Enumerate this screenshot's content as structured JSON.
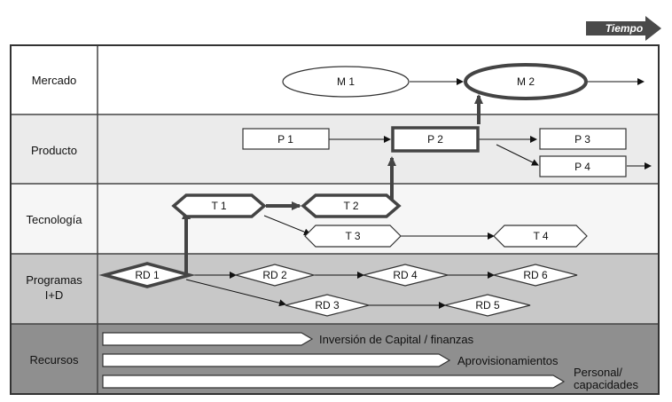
{
  "timeline": {
    "label": "Tiempo"
  },
  "rows": [
    {
      "id": "mercado",
      "label": "Mercado",
      "fill": "#ffffff"
    },
    {
      "id": "producto",
      "label": "Producto",
      "fill": "#ebebeb"
    },
    {
      "id": "tecnologia",
      "label": "Tecnología",
      "fill": "#f6f6f6"
    },
    {
      "id": "programas",
      "label_line1": "Programas",
      "label_line2": "I+D",
      "fill": "#c8c8c8"
    },
    {
      "id": "recursos",
      "label": "Recursos",
      "fill": "#8f8f8f"
    }
  ],
  "market": {
    "m1": "M 1",
    "m2": "M 2"
  },
  "product": {
    "p1": "P 1",
    "p2": "P 2",
    "p3": "P 3",
    "p4": "P 4"
  },
  "technology": {
    "t1": "T 1",
    "t2": "T 2",
    "t3": "T 3",
    "t4": "T 4"
  },
  "programs": {
    "rd1": "RD 1",
    "rd2": "RD 2",
    "rd3": "RD 3",
    "rd4": "RD 4",
    "rd5": "RD 5",
    "rd6": "RD 6"
  },
  "resources": {
    "capital": "Inversión de Capital / finanzas",
    "supply": "Aprovisionamientos",
    "staff_line1": "Personal/",
    "staff_line2": "capacidades"
  },
  "colors": {
    "outline": "#333333",
    "timeline_arrow": "#4a4a4a",
    "row_divider": "#444444"
  }
}
